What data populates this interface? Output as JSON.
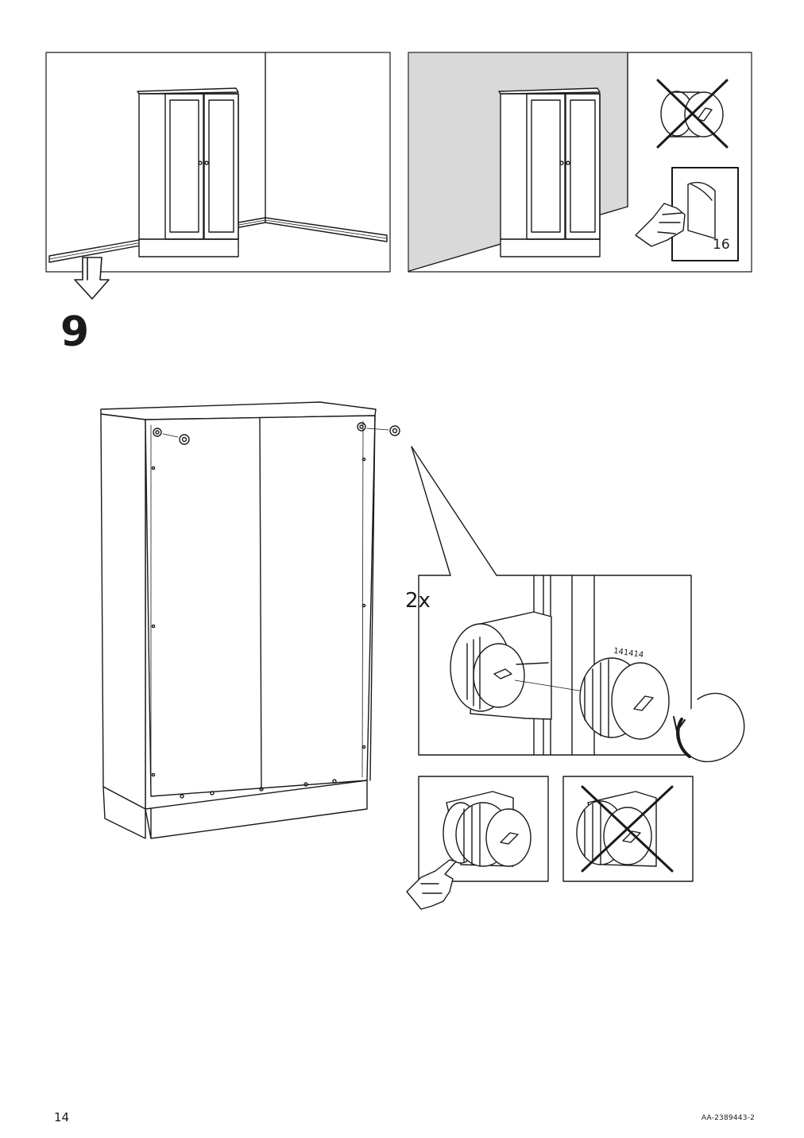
{
  "step": {
    "number": "9"
  },
  "detail": {
    "quantity": "2x",
    "part_number": "141414"
  },
  "reference": {
    "page": "16"
  },
  "footer": {
    "page_number": "14",
    "document_code": "AA-2389443-2"
  },
  "colors": {
    "line": "#1a1a1a",
    "wall_shade": "#d9d9d9",
    "background": "#ffffff"
  },
  "icons": [
    "down-arrow-icon",
    "cross-mark-icon",
    "page-reference-icon",
    "rotate-arrow-icon",
    "hand-pointer-icon"
  ]
}
